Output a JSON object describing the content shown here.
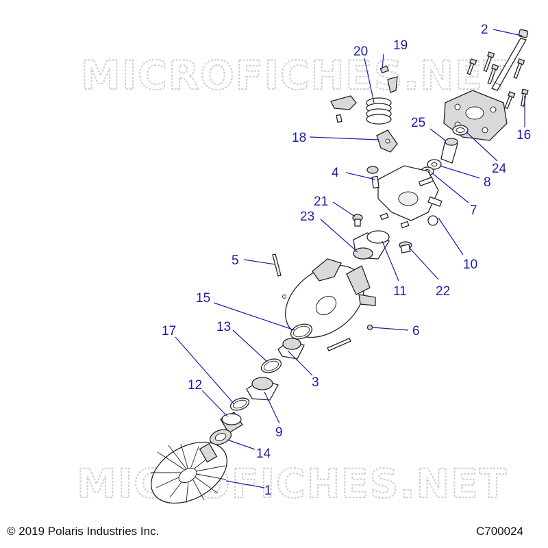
{
  "watermark": {
    "text": "MICROFICHES.NET"
  },
  "footer": {
    "copyright": "© 2019 Polaris Industries Inc.",
    "figure_code": "C700024"
  },
  "callouts": [
    {
      "id": "c1",
      "label": "1"
    },
    {
      "id": "c2",
      "label": "2"
    },
    {
      "id": "c3",
      "label": "3"
    },
    {
      "id": "c4",
      "label": "4"
    },
    {
      "id": "c5",
      "label": "5"
    },
    {
      "id": "c6",
      "label": "6"
    },
    {
      "id": "c7",
      "label": "7"
    },
    {
      "id": "c8",
      "label": "8"
    },
    {
      "id": "c9",
      "label": "9"
    },
    {
      "id": "c10",
      "label": "10"
    },
    {
      "id": "c11",
      "label": "11"
    },
    {
      "id": "c12",
      "label": "12"
    },
    {
      "id": "c13",
      "label": "13"
    },
    {
      "id": "c14",
      "label": "14"
    },
    {
      "id": "c15",
      "label": "15"
    },
    {
      "id": "c16",
      "label": "16"
    },
    {
      "id": "c17",
      "label": "17"
    },
    {
      "id": "c18",
      "label": "18"
    },
    {
      "id": "c19",
      "label": "19"
    },
    {
      "id": "c20",
      "label": "20"
    },
    {
      "id": "c21",
      "label": "21"
    },
    {
      "id": "c22",
      "label": "22"
    },
    {
      "id": "c23",
      "label": "23"
    },
    {
      "id": "c24",
      "label": "24"
    },
    {
      "id": "c25",
      "label": "25"
    }
  ],
  "colors": {
    "callout": "#1c1ca8",
    "watermark": "#cfcfcf",
    "line": "#222222"
  }
}
